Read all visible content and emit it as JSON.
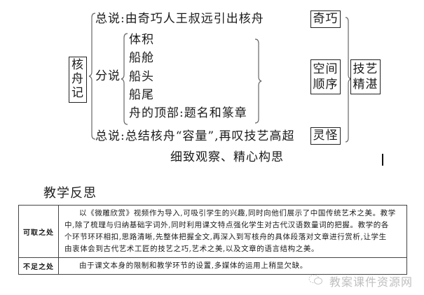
{
  "diagram": {
    "root": "核\n舟\n记",
    "root_chars": [
      "核",
      "舟",
      "记"
    ],
    "intro": {
      "label": "总说",
      "text": "总说:由奇巧人王叔远引出核舟"
    },
    "detail": {
      "label": "分说",
      "items": [
        "体积",
        "船舱",
        "船头",
        "船尾",
        "舟的顶部:题名和篆章"
      ]
    },
    "conclusion": {
      "label": "总说",
      "text": "总说:总结核舟“容量”,再叹技艺高超"
    },
    "summary_line": "细致观察、精心构思",
    "right_boxes": {
      "top": "奇巧",
      "middle": [
        "空间",
        "顺序"
      ],
      "bottom": "灵怪",
      "final": [
        "技艺",
        "精湛"
      ]
    }
  },
  "reflection": {
    "heading": "教学反思",
    "rows": [
      {
        "label": "可取之处",
        "lines": [
          "以《微雕欣赏》视频作为导入,可吸引学生的兴趣,同时向他们展示了中国传统艺术之美。教学",
          "中,除了梳理与归纳基础字词外,同时利用课文特点强化学生对古代汉语数量词的把握。教学的各",
          "个环节环环相扣,思路清晰,先整体把握全文,再深入到写核舟的具体段落对文章进行赏析,让学生",
          "由衷体会到古代艺术工匠的技艺之巧,艺术之美,以及文章的语言结构之美。"
        ]
      },
      {
        "label": "不足之处",
        "lines": [
          "由于课文本身的限制和教学环节的设置,多媒体的运用上稍显欠缺。"
        ]
      }
    ]
  },
  "watermark": {
    "text": "教案课件资源网",
    "icon": "wechat-icon"
  }
}
